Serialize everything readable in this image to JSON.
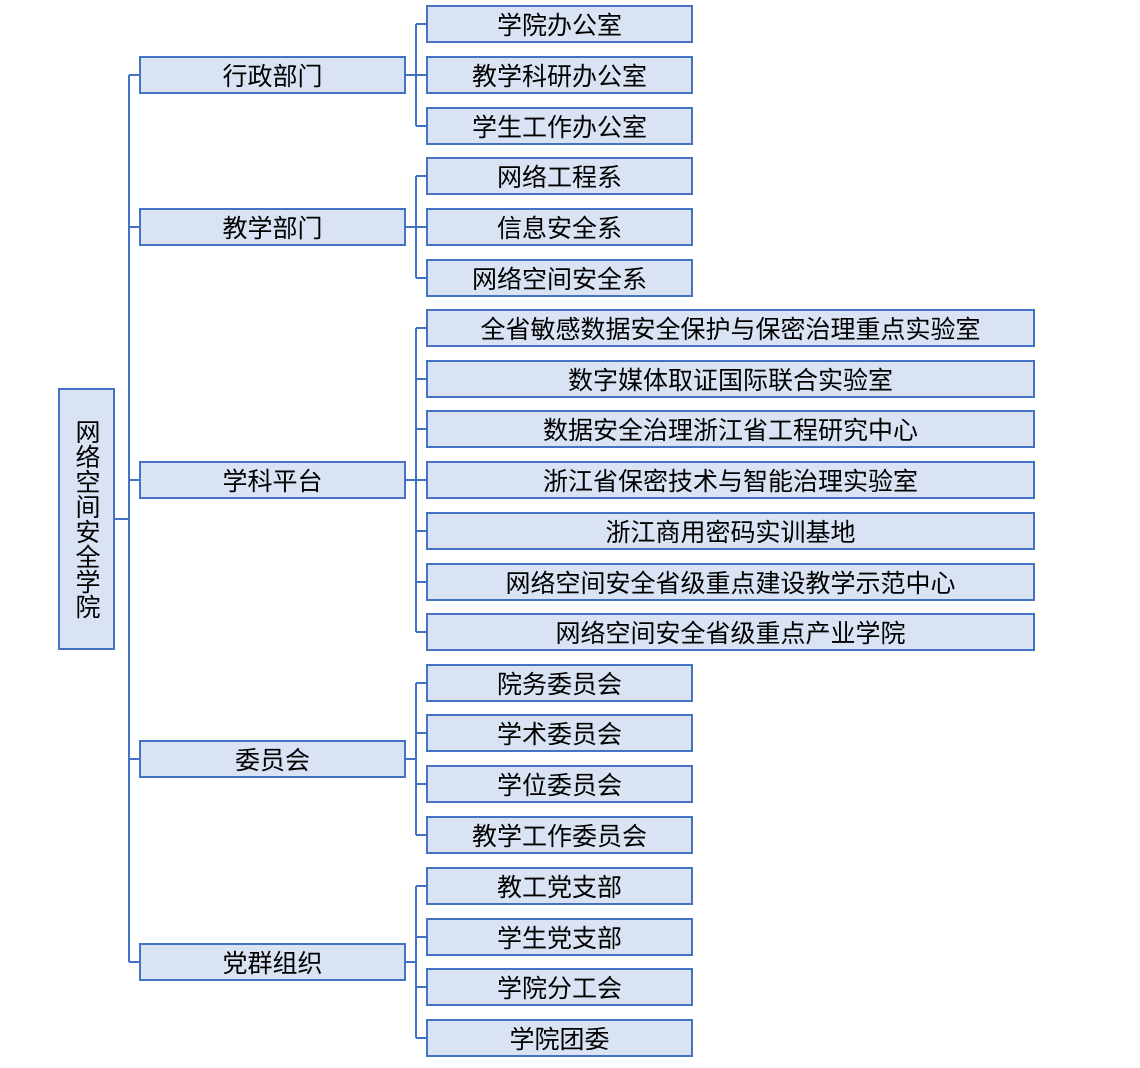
{
  "colors": {
    "box_fill": "#dae3f3",
    "box_border": "#4472c4",
    "line": "#4472c4",
    "text": "#000000"
  },
  "root": {
    "label": "网络空间安全学院"
  },
  "departments": [
    {
      "label": "行政部门",
      "children": [
        "学院办公室",
        "教学科研办公室",
        "学生工作办公室"
      ]
    },
    {
      "label": "教学部门",
      "children": [
        "网络工程系",
        "信息安全系",
        "网络空间安全系"
      ]
    },
    {
      "label": "学科平台",
      "children": [
        "全省敏感数据安全保护与保密治理重点实验室",
        "数字媒体取证国际联合实验室",
        "数据安全治理浙江省工程研究中心",
        "浙江省保密技术与智能治理实验室",
        "浙江商用密码实训基地",
        "网络空间安全省级重点建设教学示范中心",
        "网络空间安全省级重点产业学院"
      ]
    },
    {
      "label": "委员会",
      "children": [
        "院务委员会",
        "学术委员会",
        "学位委员会",
        "教学工作委员会"
      ]
    },
    {
      "label": "党群组织",
      "children": [
        "教工党支部",
        "学生党支部",
        "学院分工会",
        "学院团委"
      ]
    }
  ]
}
